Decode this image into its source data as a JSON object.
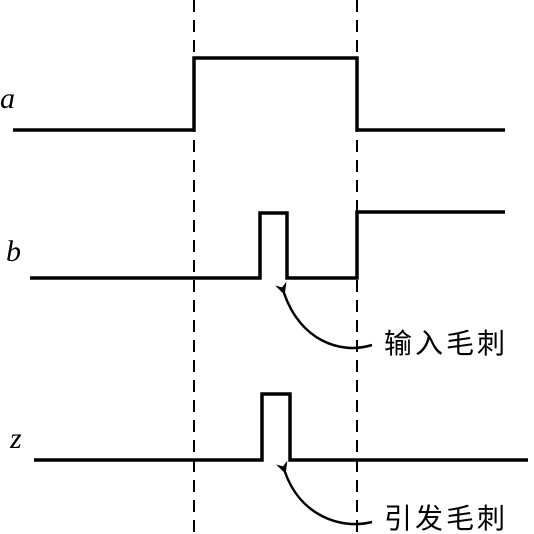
{
  "signals": [
    {
      "name": "a"
    },
    {
      "name": "b"
    },
    {
      "name": "z"
    }
  ],
  "annotations": {
    "input_glitch": "输入毛刺",
    "output_glitch": "引发毛刺"
  },
  "colors": {
    "line": "#000000",
    "background": "#ffffff"
  }
}
